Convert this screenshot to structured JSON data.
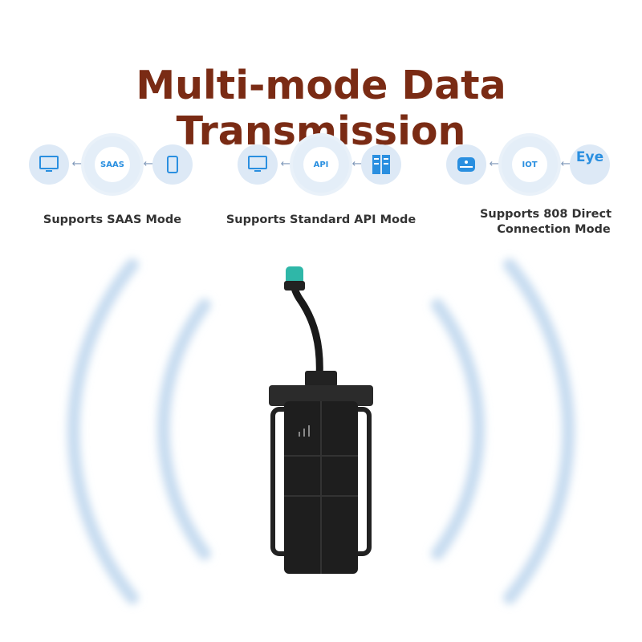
{
  "title": "Multi-mode Data Transmission",
  "modes": [
    {
      "left_icon": "monitor-icon",
      "center": "SAAS",
      "right_icon": "smartphone-icon",
      "label": "Supports SAAS Mode"
    },
    {
      "left_icon": "monitor-icon",
      "center": "API",
      "right_icon": "server-icon",
      "label": "Supports Standard API Mode"
    },
    {
      "left_icon": "router-icon",
      "center": "IOT",
      "right": "Eye",
      "right_icon": "eye-logo",
      "label_line1": "Supports 808 Direct",
      "label_line2": "Connection Mode"
    }
  ],
  "colors": {
    "title": "#7a2b14",
    "accent": "#2a8fe0",
    "connector": "#2fb7a8"
  }
}
